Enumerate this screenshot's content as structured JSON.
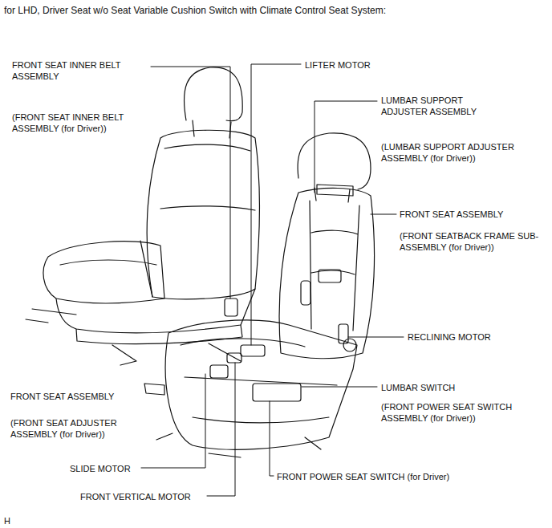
{
  "diagram": {
    "title": "for LHD, Driver Seat w/o Seat Variable Cushion Switch with Climate Control Seat System:",
    "labels": [
      "FRONT SEAT INNER BELT ASSEMBLY",
      "(FRONT SEAT INNER BELT ASSEMBLY (for Driver))",
      "LIFTER MOTOR",
      "LUMBAR SUPPORT ADJUSTER ASSEMBLY",
      "(LUMBAR SUPPORT ADJUSTER ASSEMBLY (for Driver))",
      "FRONT SEAT ASSEMBLY",
      "(FRONT SEATBACK FRAME SUB-ASSEMBLY (for Driver))",
      "RECLINING MOTOR",
      "LUMBAR SWITCH",
      "(FRONT POWER SEAT SWITCH ASSEMBLY (for Driver))",
      "FRONT SEAT ASSEMBLY",
      "(FRONT SEAT ADJUSTER ASSEMBLY (for Driver))",
      "SLIDE MOTOR",
      "FRONT POWER SEAT SWITCH (for Driver)",
      "FRONT VERTICAL MOTOR",
      "H"
    ]
  }
}
